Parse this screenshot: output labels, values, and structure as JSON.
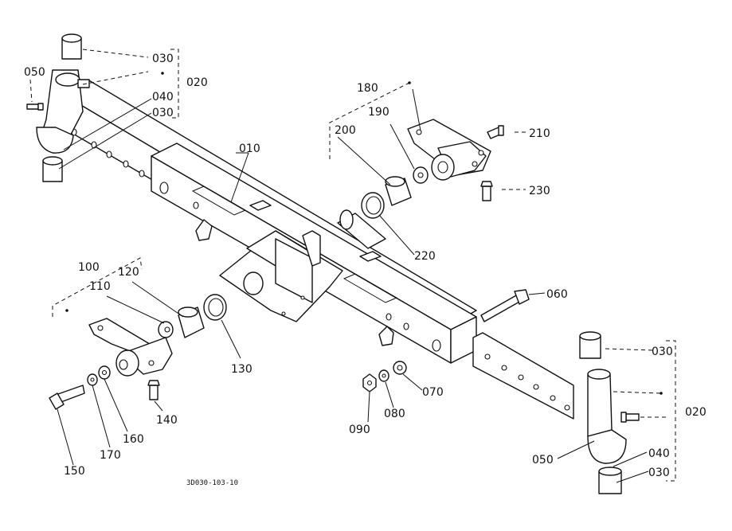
{
  "diagram": {
    "type": "exploded parts diagram",
    "drawing_code": "3D030-103-10",
    "labels": {
      "p010": "010",
      "p020_left": "020",
      "p020_right": "020",
      "p030_top_left": "030",
      "p030_mid_left": "030",
      "p030_top_right": "030",
      "p030_bottom_right": "030",
      "p040_left": "040",
      "p040_right": "040",
      "p050_left": "050",
      "p050_right": "050",
      "p060": "060",
      "p070": "070",
      "p080": "080",
      "p090": "090",
      "p100": "100",
      "p110": "110",
      "p120": "120",
      "p130": "130",
      "p140": "140",
      "p150": "150",
      "p160": "160",
      "p170": "170",
      "p180": "180",
      "p190": "190",
      "p200": "200",
      "p210": "210",
      "p220": "220",
      "p230": "230"
    }
  }
}
